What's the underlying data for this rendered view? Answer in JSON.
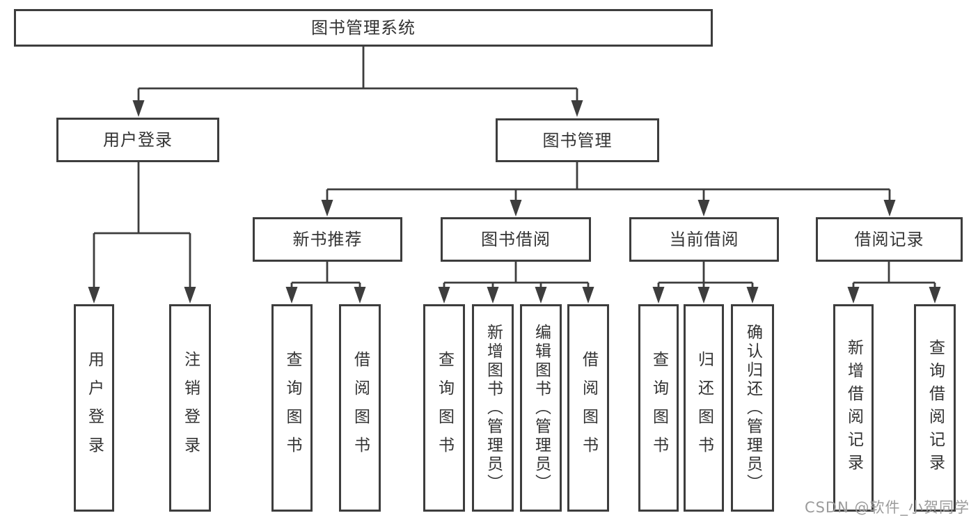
{
  "diagram": {
    "title": "图书管理系统",
    "root": {
      "label": "图书管理系统"
    },
    "level2": {
      "user_login": {
        "label": "用户登录"
      },
      "book_management": {
        "label": "图书管理"
      }
    },
    "level3": {
      "new_book_recommend": {
        "label": "新书推荐"
      },
      "book_borrow": {
        "label": "图书借阅"
      },
      "current_borrow": {
        "label": "当前借阅"
      },
      "borrow_records": {
        "label": "借阅记录"
      }
    },
    "leaves": {
      "user_login": [
        "用户登录",
        "注销登录"
      ],
      "new_book_recommend": [
        "查询图书",
        "借阅图书"
      ],
      "book_borrow": [
        "查询图书",
        "新增图书（管理员）",
        "编辑图书（管理员）",
        "借阅图书"
      ],
      "current_borrow": [
        "查询图书",
        "归还图书",
        "确认归还（管理员）"
      ],
      "borrow_records": [
        "新增借阅记录",
        "查询借阅记录"
      ]
    }
  },
  "colors": {
    "line": "#3d3d3d",
    "box_border": "#3d3d3d",
    "text": "#333333",
    "background": "#ffffff",
    "watermark": "#9b9b9b"
  },
  "watermark": {
    "text": "CSDN @软件_小贺同学"
  }
}
